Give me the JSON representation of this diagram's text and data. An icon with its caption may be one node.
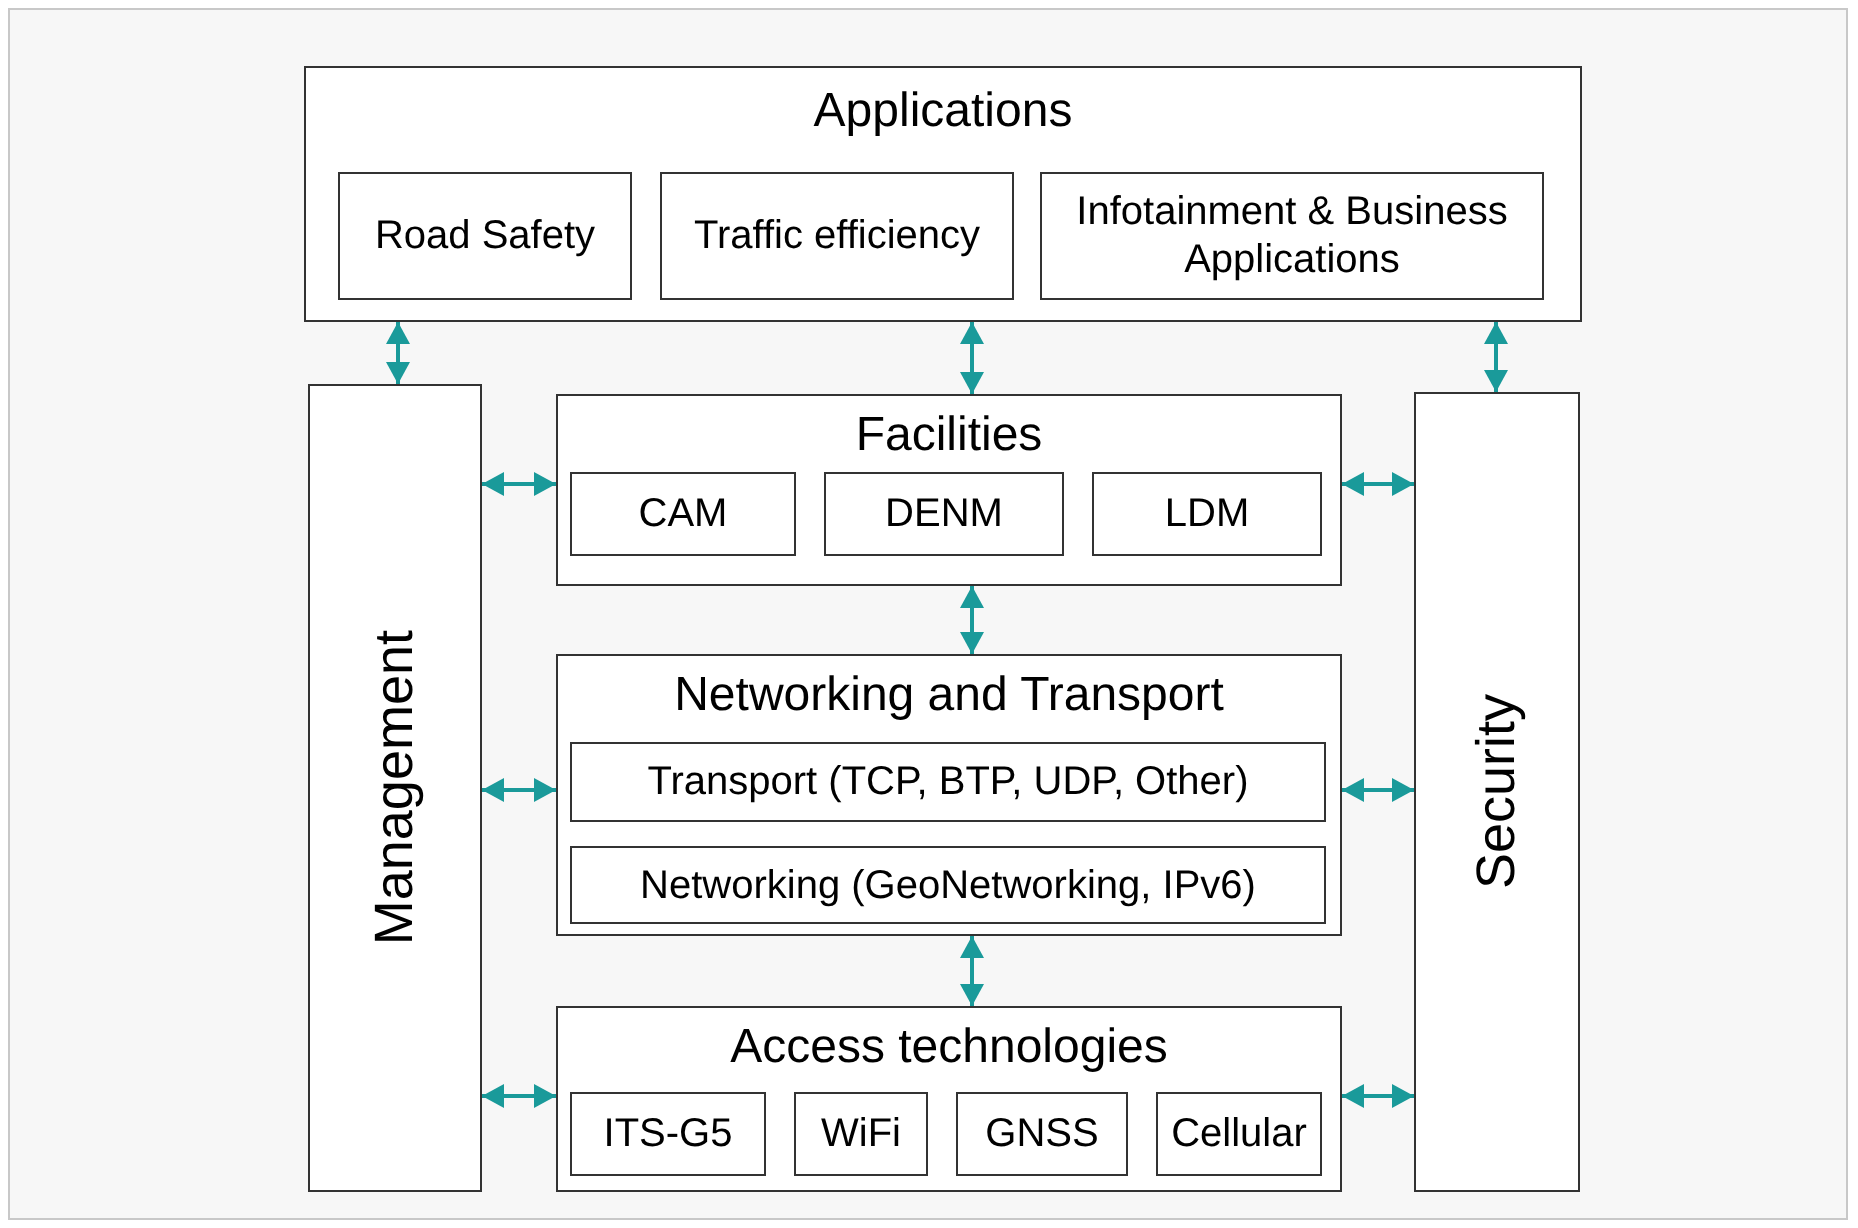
{
  "diagram": {
    "nodes": [
      {
        "text": [
          "Applications"
        ]
      },
      {
        "text": [
          "Road Safety"
        ],
        "in": 0
      },
      {
        "text": [
          "Traffic efficiency"
        ],
        "in": 0
      },
      {
        "text": [
          "Infotainment & Business Applications"
        ],
        "in": 0
      },
      {
        "text": [
          "Management"
        ]
      },
      {
        "text": [
          "Facilities"
        ]
      },
      {
        "text": [
          "CAM"
        ],
        "in": 5
      },
      {
        "text": [
          "DENM"
        ],
        "in": 5
      },
      {
        "text": [
          "LDM"
        ],
        "in": 5
      },
      {
        "text": [
          "Security"
        ]
      },
      {
        "text": [
          "Networking and Transport"
        ]
      },
      {
        "text": [
          "Transport (TCP, BTP, UDP, Other)"
        ],
        "in": 10
      },
      {
        "text": [
          "Networking (GeoNetworking, IPv6)"
        ],
        "in": 10
      },
      {
        "text": [
          "Access technologies"
        ]
      },
      {
        "text": [
          "ITS-G5"
        ],
        "in": 13
      },
      {
        "text": [
          "WiFi"
        ],
        "in": 13
      },
      {
        "text": [
          "GNSS"
        ],
        "in": 13
      },
      {
        "text": [
          "Cellular"
        ],
        "in": 13
      }
    ],
    "edges": [
      {
        "from": 0,
        "to": 4,
        "arrow": "both"
      },
      {
        "from": 0,
        "to": 5,
        "arrow": "both"
      },
      {
        "from": 0,
        "to": 9,
        "arrow": "both"
      },
      {
        "from": 4,
        "to": 5,
        "arrow": "both"
      },
      {
        "from": 5,
        "to": 9,
        "arrow": "both"
      },
      {
        "from": 5,
        "to": 10,
        "arrow": "both"
      },
      {
        "from": 4,
        "to": 10,
        "arrow": "both"
      },
      {
        "from": 10,
        "to": 9,
        "arrow": "both"
      },
      {
        "from": 10,
        "to": 13,
        "arrow": "both"
      },
      {
        "from": 4,
        "to": 13,
        "arrow": "both"
      },
      {
        "from": 13,
        "to": 9,
        "arrow": "both"
      }
    ]
  }
}
